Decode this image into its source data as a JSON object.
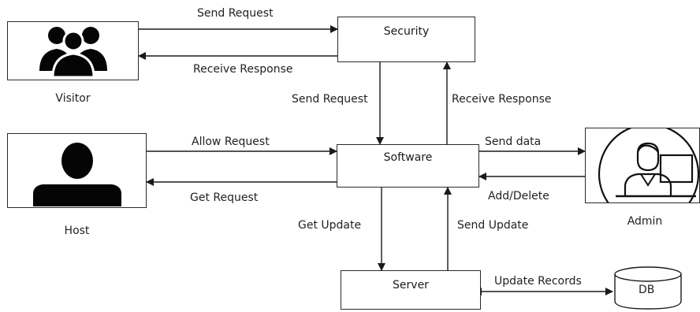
{
  "nodes": {
    "security": "Security",
    "software": "Software",
    "server": "Server",
    "db": "DB",
    "visitor": "Visitor",
    "host": "Host",
    "admin": "Admin"
  },
  "edges": {
    "visitor_send_request": "Send Request",
    "security_receive_response": "Receive Response",
    "security_send_request": "Send Request",
    "software_receive_response": "Receive Response",
    "host_allow_request": "Allow Request",
    "software_get_request": "Get Request",
    "software_send_data": "Send data",
    "admin_add_delete": "Add/Delete",
    "software_get_update": "Get Update",
    "server_send_update": "Send Update",
    "server_update_records": "Update Records"
  },
  "icons": {
    "visitor": "group-people-icon",
    "host": "person-icon",
    "admin": "admin-at-desk-icon",
    "db": "database-cylinder-icon"
  }
}
